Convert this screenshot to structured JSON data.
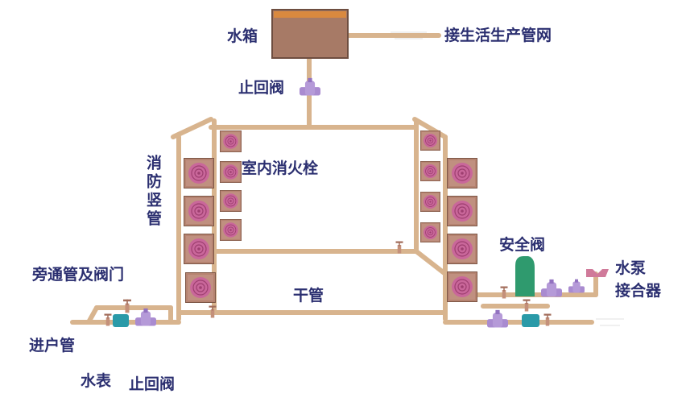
{
  "labels": {
    "tank": "水箱",
    "to_network": "接生活生产管网",
    "check_valve_top": "止回阀",
    "hydrant": "室内消火栓",
    "riser": "消防竖管",
    "bypass": "旁通管及阀门",
    "main_pipe": "干管",
    "safety_valve": "安全阀",
    "pump_adapter_line1": "水泵",
    "pump_adapter_line2": "接合器",
    "inlet_pipe": "进户管",
    "water_meter": "水表",
    "check_valve_bottom": "止回阀"
  },
  "colors": {
    "pipe": "#d8b48e",
    "pipe_edge": "#a78463",
    "hydrant_box": "#b58370",
    "hydrant_coil": "#c25a8a",
    "valve": "#a98bd0",
    "meter": "#2a9aa8",
    "safety_valve": "#2f9a6e",
    "text": "#2b2f70"
  }
}
